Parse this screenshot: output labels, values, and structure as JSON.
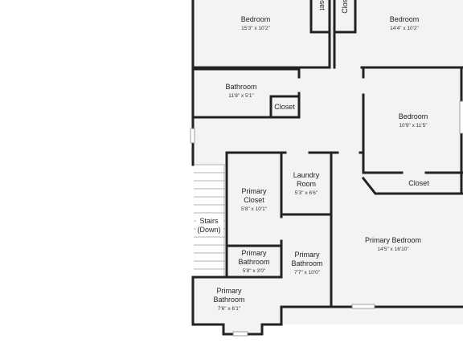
{
  "rooms": {
    "bedroom_top_left": {
      "name": "Bedroom",
      "dims": "15'3\" x 10'2\""
    },
    "bedroom_top_right": {
      "name": "Bedroom",
      "dims": "14'4\" x 10'2\""
    },
    "closet_top_a": {
      "name": "Closet"
    },
    "closet_top_b": {
      "name": "Closet"
    },
    "bathroom": {
      "name": "Bathroom",
      "dims": "11'8\" x 5'1\""
    },
    "closet_bath": {
      "name": "Closet"
    },
    "bedroom_right": {
      "name": "Bedroom",
      "dims": "10'9\" x 11'5\""
    },
    "closet_right": {
      "name": "Closet"
    },
    "laundry": {
      "line1": "Laundry",
      "line2": "Room",
      "dims": "5'3\" x 6'6\""
    },
    "primary_closet": {
      "line1": "Primary",
      "line2": "Closet",
      "dims": "5'8\" x 10'1\""
    },
    "stairs": {
      "line1": "Stairs",
      "line2": "(Down)"
    },
    "primary_bath_small": {
      "line1": "Primary",
      "line2": "Bathroom",
      "dims": "5'8\" x 3'0\""
    },
    "primary_bath_mid": {
      "line1": "Primary",
      "line2": "Bathroom",
      "dims": "7'7\" x 10'0\""
    },
    "primary_bedroom": {
      "name": "Primary Bedroom",
      "dims": "14'5\" x 16'10\""
    },
    "primary_bath_lower": {
      "line1": "Primary",
      "line2": "Bathroom",
      "dims": "7'6\" x 6'1\""
    }
  },
  "colors": {
    "wall": "#222222",
    "floor": "#f3f3f3",
    "background": "#ffffff"
  }
}
